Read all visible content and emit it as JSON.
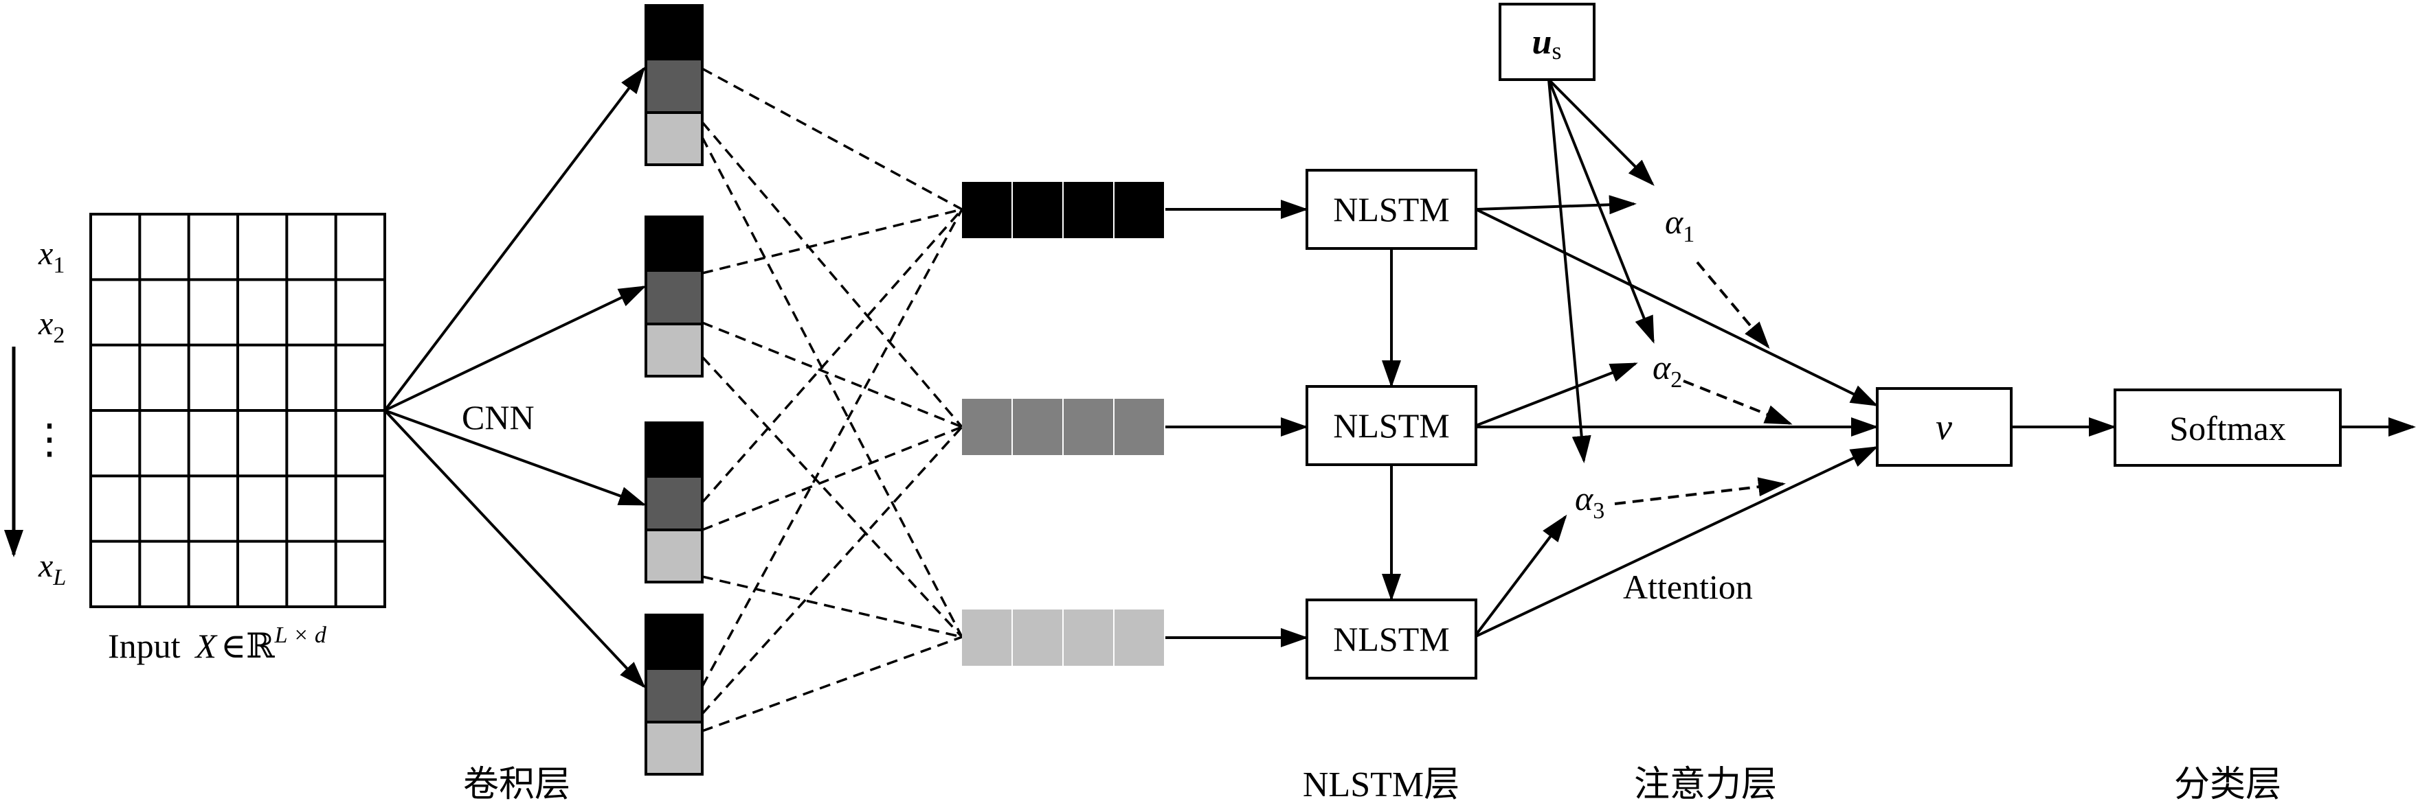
{
  "input": {
    "rows": [
      "x1",
      "x2",
      "⋮",
      "xL"
    ],
    "row_var": "x",
    "row_subs": [
      "1",
      "2",
      "",
      "L"
    ],
    "ellipsis": "⋮",
    "caption_prefix": "Input",
    "caption_var": "X",
    "caption_in": "∈",
    "caption_set": "ℝ",
    "caption_sup": "L × d"
  },
  "cnn_label": "CNN",
  "blocks": {
    "nlstm_label": "NLSTM",
    "output_var": "v",
    "softmax_label": "Softmax",
    "us_var": "u",
    "us_sub": "s"
  },
  "attention": {
    "label": "Attention",
    "alpha_symbol": "α",
    "alpha_subs": [
      "1",
      "2",
      "3"
    ]
  },
  "colors": {
    "black": "#000000",
    "dark_gray": "#5a5a5a",
    "mid_gray": "#808080",
    "light_gray": "#c0c0c0"
  },
  "layers": {
    "conv": "卷积层",
    "nlstm": "NLSTM层",
    "attention": "注意力层",
    "classify": "分类层"
  }
}
